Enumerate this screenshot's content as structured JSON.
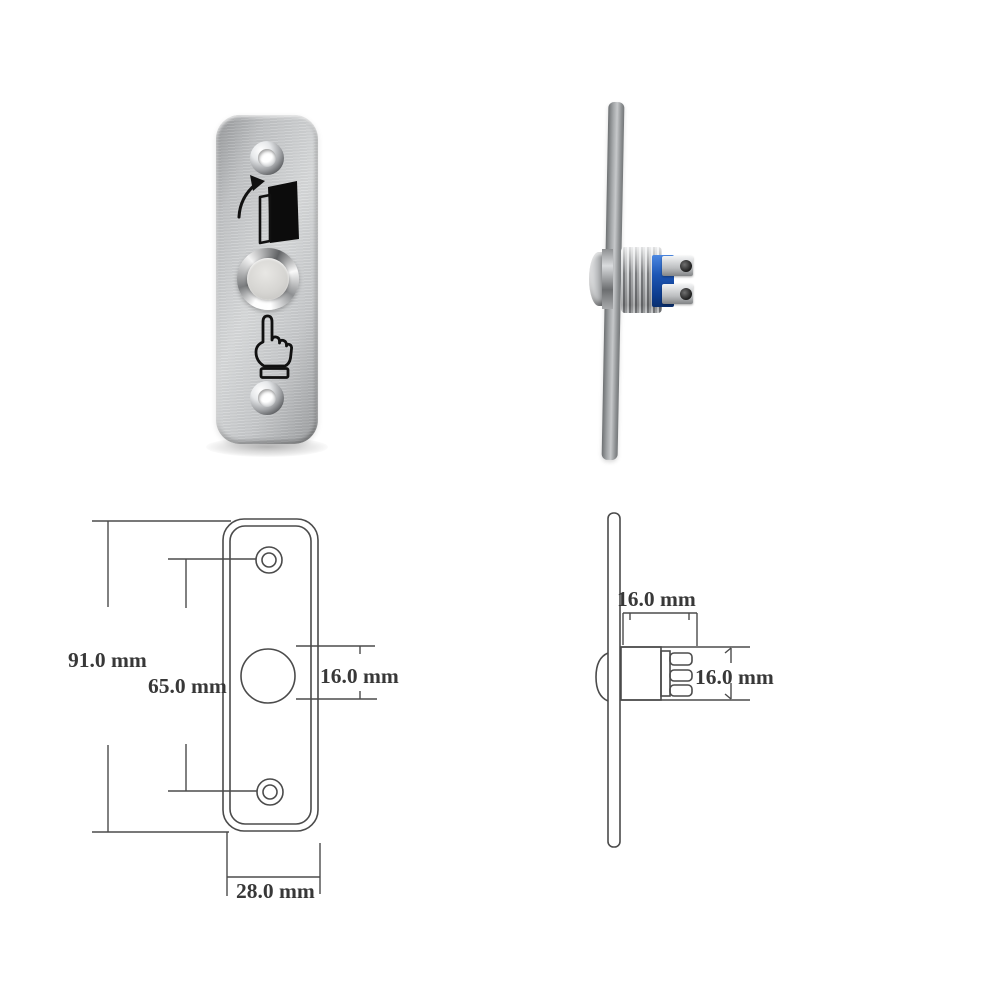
{
  "front_drawing": {
    "overall_height_label": "91.0 mm",
    "screw_spacing_label": "65.0 mm",
    "button_diameter_label": "16.0 mm",
    "plate_width_label": "28.0 mm"
  },
  "side_drawing": {
    "body_depth_label": "16.0 mm",
    "body_height_label": "16.0 mm"
  },
  "icons": {
    "door_icon": "open-door-with-swing-arrow",
    "hand_icon": "finger-press-hand"
  },
  "colors": {
    "line": "#4b4b4b",
    "text": "#383838",
    "plate_silver": "#c8cacc",
    "switch_body_blue": "#1d56b5",
    "background": "#ffffff"
  }
}
